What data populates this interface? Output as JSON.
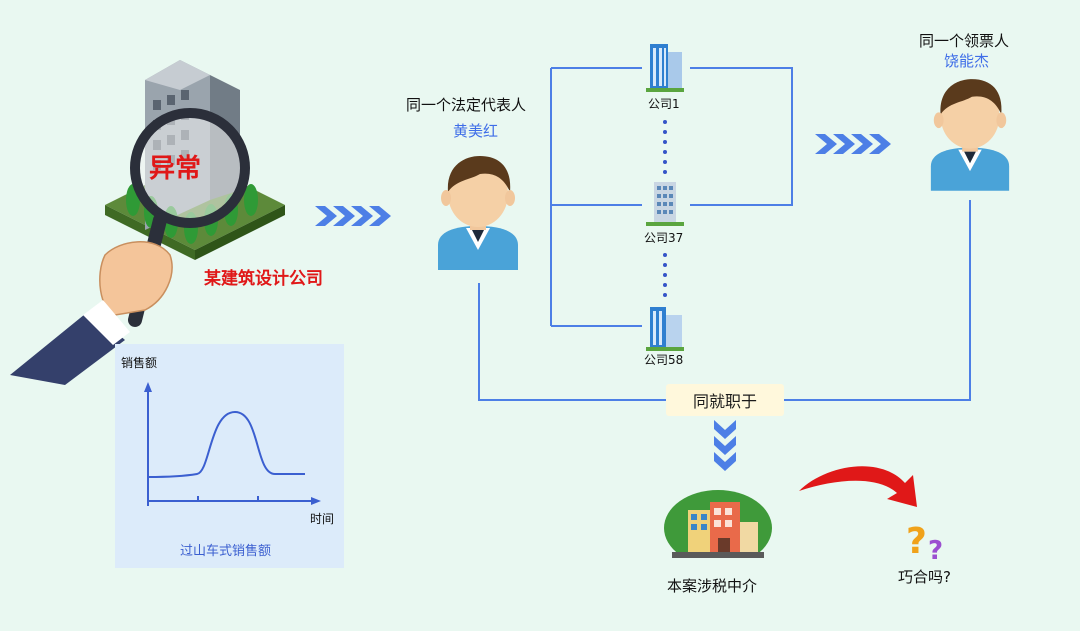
{
  "suspect": {
    "stamp_text": "异常",
    "company_name": "某建筑设计公司"
  },
  "sales_chart": {
    "ylabel": "销售额",
    "xlabel": "时间",
    "caption": "过山车式销售额"
  },
  "legal_rep": {
    "heading": "同一个法定代表人",
    "name": "黄美红"
  },
  "companies": [
    {
      "label": "公司1"
    },
    {
      "label": "公司37"
    },
    {
      "label": "公司58"
    }
  ],
  "invoice_taker": {
    "heading": "同一个领票人",
    "name": "饶能杰"
  },
  "employment": {
    "label": "同就职于"
  },
  "agency": {
    "label": "本案涉税中介"
  },
  "question": {
    "label": "巧合吗?"
  },
  "colors": {
    "background": "#e9f8f1",
    "line_blue": "#4d7fe6",
    "name_blue": "#3f6ee8",
    "alert_red": "#e01818",
    "chart_panel": "#dcebfa",
    "label_box": "#fff8dc"
  }
}
